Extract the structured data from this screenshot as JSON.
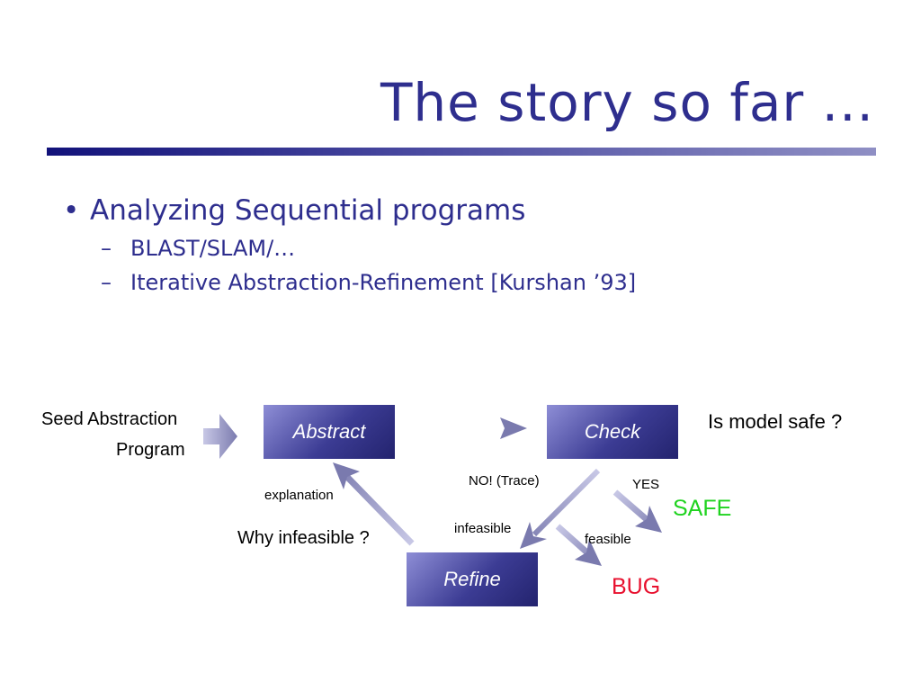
{
  "slide": {
    "title": "The story so far ...",
    "bullets": [
      {
        "text": "Analyzing Sequential programs",
        "sub": [
          "BLAST/SLAM/…",
          "Iterative Abstraction-Refinement [Kurshan ’93]"
        ]
      }
    ]
  },
  "diagram": {
    "seed_abstraction": "Seed Abstraction",
    "program": "Program",
    "boxes": {
      "abstract": "Abstract",
      "check": "Check",
      "refine": "Refine"
    },
    "labels": {
      "is_model_safe": "Is model safe ?",
      "no_trace": "NO!  (Trace)",
      "yes": "YES",
      "safe": "SAFE",
      "explanation": "explanation",
      "why_infeasible": "Why infeasible ?",
      "infeasible": "infeasible",
      "feasible": "feasible",
      "bug": "BUG"
    },
    "colors": {
      "title": "#2e2e8e",
      "box_dark": "#23236e",
      "box_light": "#8e8ed6",
      "arrow_dark": "#7a7aae",
      "arrow_light": "#c8c8e6",
      "safe": "#1fd31f",
      "bug": "#e8102e"
    },
    "icons": [
      "right-arrow-icon",
      "arrow-icon"
    ]
  }
}
